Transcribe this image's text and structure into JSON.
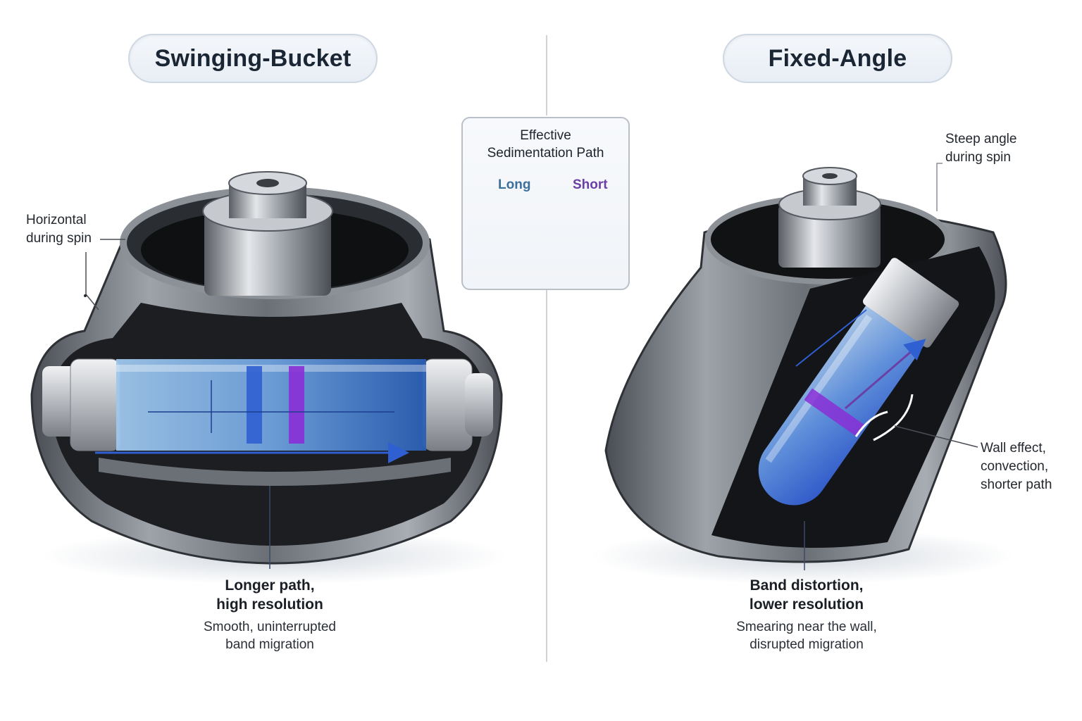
{
  "left_panel": {
    "title": "Swinging-Bucket",
    "callout": {
      "line1": "Horizontal",
      "line2": "during spin"
    },
    "caption": {
      "headline_line1": "Longer path,",
      "headline_line2": "high resolution",
      "detail_line1": "Smooth, uninterrupted",
      "detail_line2": "band migration"
    }
  },
  "right_panel": {
    "title": "Fixed-Angle",
    "callout_top": {
      "line1": "Steep angle",
      "line2": "during spin"
    },
    "callout_side": {
      "line1": "Wall effect,",
      "line2": "convection,",
      "line3": "shorter path"
    },
    "caption": {
      "headline_line1": "Band distortion,",
      "headline_line2": "lower resolution",
      "detail_line1": "Smearing near the wall,",
      "detail_line2": "disrupted migration"
    }
  },
  "inset": {
    "title_line1": "Effective",
    "title_line2": "Sedimentation Path",
    "long_label": "Long",
    "short_label": "Short"
  },
  "colors": {
    "long_blue": "#3b6f9c",
    "short_purple": "#6a3fa6",
    "band_blue": "#2f5fd0",
    "band_purple": "#8a2fd6",
    "metal_dark": "#3a3d42",
    "metal_light": "#c9ccd1"
  }
}
